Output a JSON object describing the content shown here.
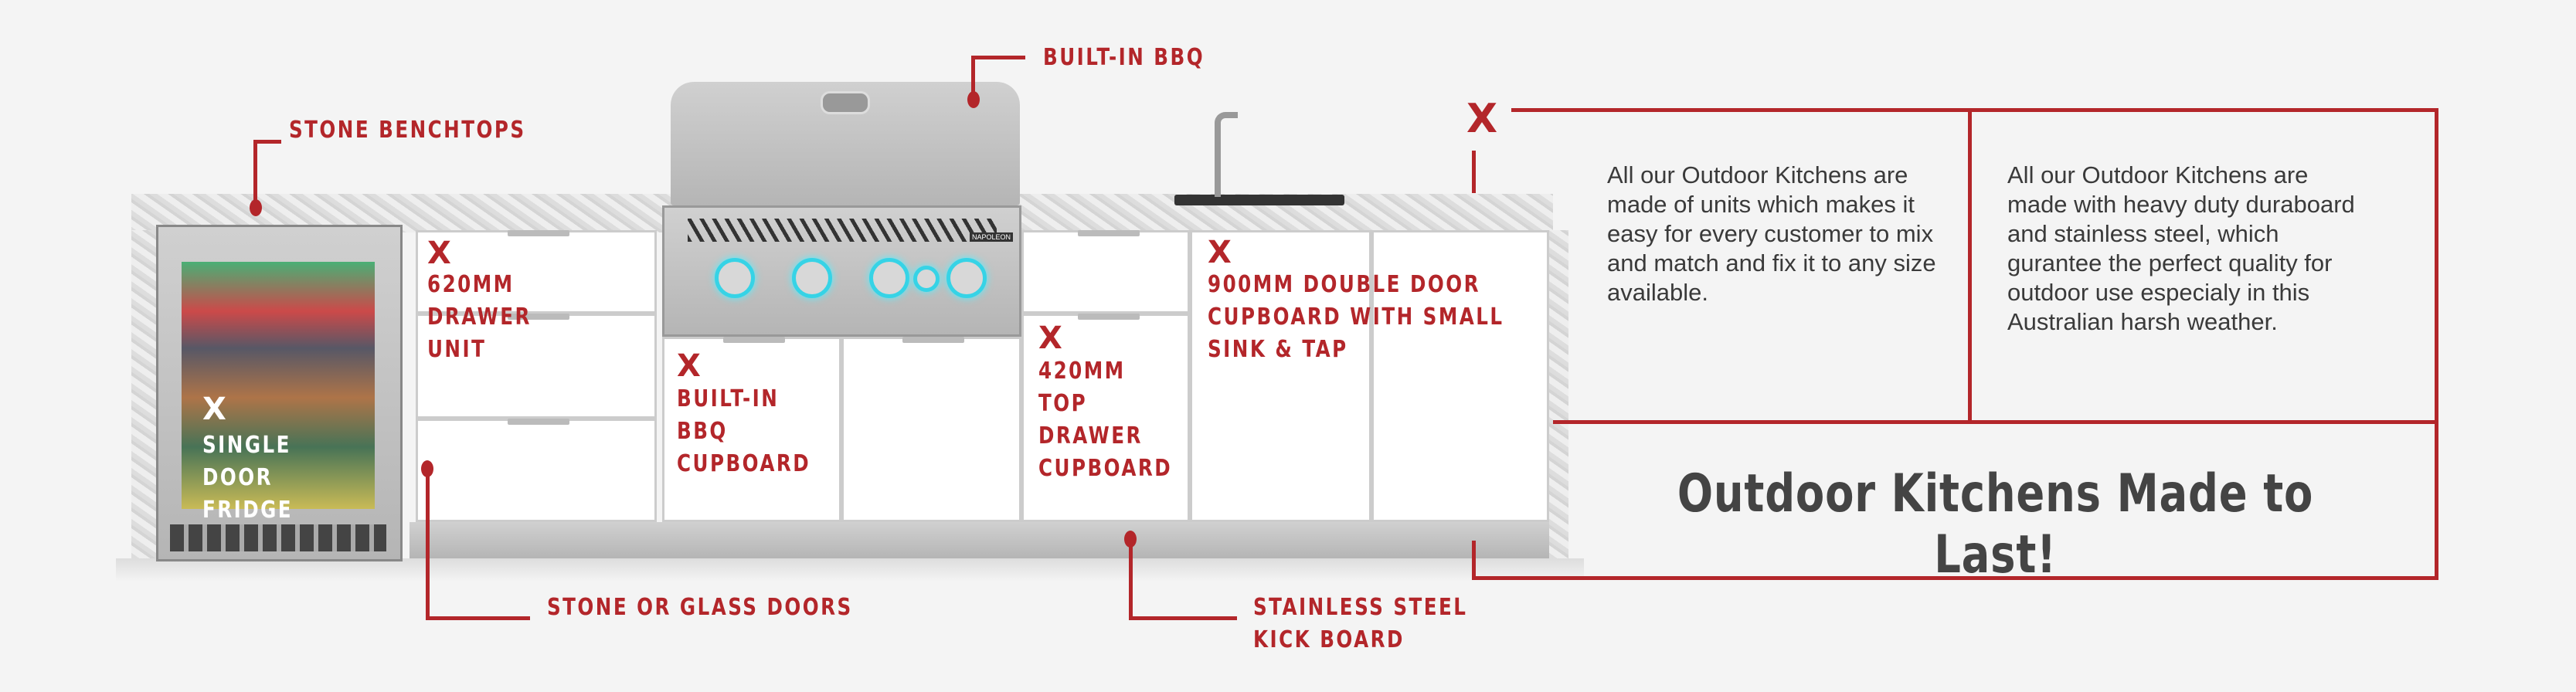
{
  "labels": {
    "stone_benchtops": "STONE BENCHTOPS",
    "built_in_bbq": "BUILT-IN BBQ",
    "drawer_unit": [
      "620MM",
      "DRAWER",
      "UNIT"
    ],
    "bbq_cupboard": [
      "BUILT-IN",
      "BBQ",
      "CUPBOARD"
    ],
    "top_drawer": [
      "420MM",
      "TOP",
      "DRAWER",
      "CUPBOARD"
    ],
    "double_door": [
      "900MM DOUBLE DOOR",
      "CUPBOARD WITH SMALL",
      "SINK & TAP"
    ],
    "fridge": [
      "SINGLE",
      "DOOR",
      "FRIDGE"
    ],
    "doors": "STONE OR GLASS DOORS",
    "kick_board": [
      "STAINLESS STEEL",
      "KICK BOARD"
    ],
    "marker": "X"
  },
  "info": {
    "left": "All our Outdoor Kitchens are made of units which makes it easy for every customer to mix and match and fix it to any size available.",
    "right": "All our Outdoor Kitchens are made with heavy duty duraboard and stainless steel, which gurantee the perfect quality for outdoor use especialy in this Australian harsh weather.",
    "headline": "Outdoor Kitchens Made to Last!"
  },
  "grill_brand": "NAPOLEON",
  "colors": {
    "accent": "#b3262a",
    "text": "#3a3a3a",
    "knob_glow": "#36d3e6"
  }
}
